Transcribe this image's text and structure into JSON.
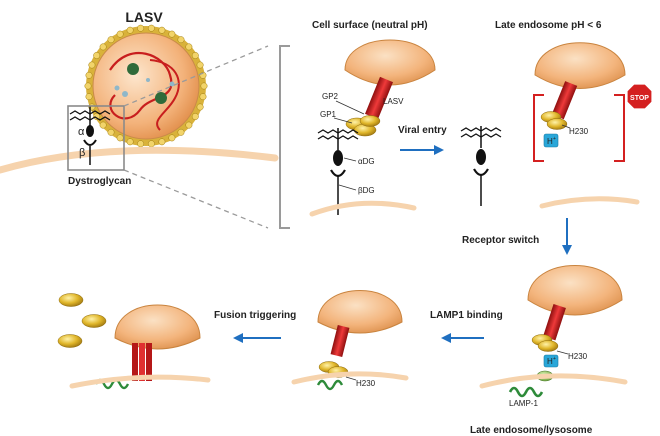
{
  "virus": {
    "name": "LASV"
  },
  "receptor": {
    "name": "Dystroglycan",
    "alpha": "α",
    "beta": "β",
    "alpha_dg": "αDG",
    "beta_dg": "βDG"
  },
  "glycoprotein": {
    "gp1": "GP1",
    "gp2": "GP2"
  },
  "stages": {
    "cell_surface": "Cell surface (neutral pH)",
    "late_endosome": "Late endosome pH < 6",
    "late_endosome_lysosome": "Late endosome/lysosome"
  },
  "steps": {
    "viral_entry": "Viral entry",
    "receptor_switch": "Receptor switch",
    "lamp1_binding": "LAMP1 binding",
    "fusion_triggering": "Fusion triggering"
  },
  "residue": "H230",
  "proton": {
    "base": "H",
    "sup": "+"
  },
  "lamp1": "LAMP-1",
  "stop": "STOP",
  "colors": {
    "virion_fill": "#f3c08e",
    "membrane": "#f6d9b8",
    "gp_red": "#d42020",
    "gp_gold": "#d4a21c",
    "arrow_blue": "#1f6fc0",
    "stop_red": "#d42020",
    "proton_blue": "#29a7d9",
    "lamp_green": "#2e8b3a",
    "frame_gray": "#9a9a9a"
  }
}
